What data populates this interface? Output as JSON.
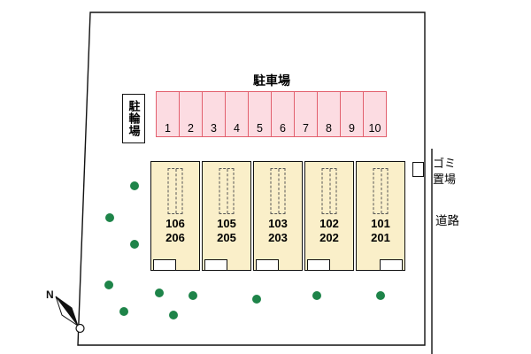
{
  "parking": {
    "label": "駐車場",
    "stalls": [
      "1",
      "2",
      "3",
      "4",
      "5",
      "6",
      "7",
      "8",
      "9",
      "10"
    ]
  },
  "bicycle": {
    "label": "駐輪場"
  },
  "buildings": [
    {
      "upper": "106",
      "lower": "206"
    },
    {
      "upper": "105",
      "lower": "205"
    },
    {
      "upper": "103",
      "lower": "203"
    },
    {
      "upper": "102",
      "lower": "202"
    },
    {
      "upper": "101",
      "lower": "201"
    }
  ],
  "garbage": {
    "line1": "ゴミ",
    "line2": "置場"
  },
  "road": {
    "label": "道路"
  },
  "compass": {
    "label": "N"
  },
  "colors": {
    "building_fill": "#FAEFC9",
    "parking_fill": "#FCDCE2",
    "parking_border": "#E2606E",
    "tree": "#1E8449",
    "line": "#111111"
  }
}
